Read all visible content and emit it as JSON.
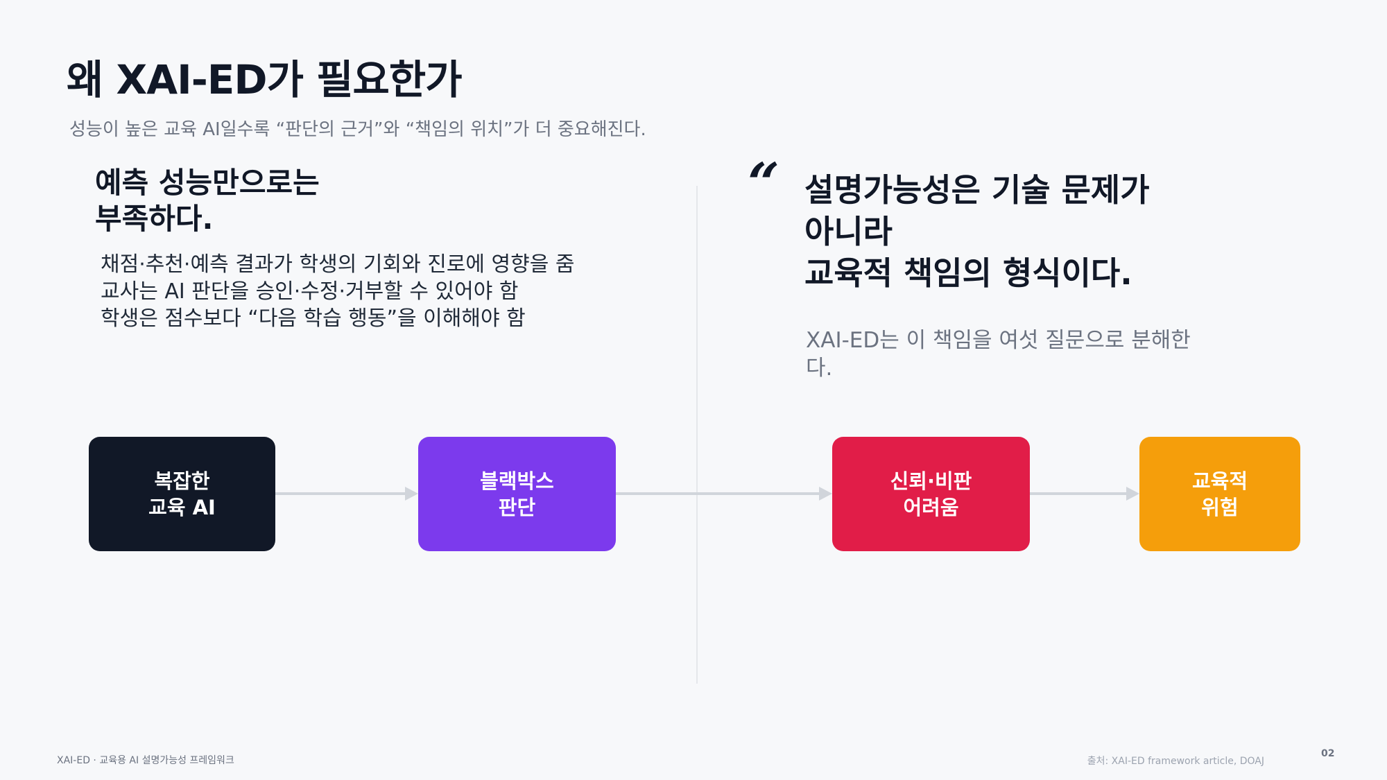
{
  "slide": {
    "title": "왜 XAI-ED가 필요한가",
    "subtitle": "성능이 높은 교육 AI일수록 “판단의 근거”와 “책임의 위치”가 더 중요해진다."
  },
  "left": {
    "heading_lines": [
      "예측 성능만으로는",
      "부족하다."
    ],
    "bullets": [
      "채점·추천·예측 결과가 학생의 기회와 진로에 영향을 줌",
      "교사는 AI 판단을 승인·수정·거부할 수 있어야 함",
      "학생은 점수보다 “다음 학습 행동”을 이해해야 함"
    ]
  },
  "right": {
    "quote_mark": "“",
    "quote_lines": [
      "설명가능성은 기술 문제가",
      "아니라",
      "교육적 책임의 형식이다."
    ],
    "note": "XAI-ED는 이 책임을 여섯 질문으로 분해한다."
  },
  "flow": {
    "colors": {
      "box1": "#111827",
      "box2": "#7c3aed",
      "box3": "#e11d48",
      "box4": "#f59e0b",
      "arrow": "#d1d5db"
    },
    "boxes": [
      {
        "lines": [
          "복잡한",
          "교육 AI"
        ]
      },
      {
        "lines": [
          "블랙박스",
          "판단"
        ]
      },
      {
        "lines": [
          "신뢰·비판",
          "어려움"
        ]
      },
      {
        "lines": [
          "교육적",
          "위험"
        ]
      }
    ]
  },
  "footer": {
    "left": "XAI-ED · 교육용 AI 설명가능성 프레임워크",
    "source": "출처: XAI-ED framework article, DOAJ",
    "page_number": "02"
  }
}
